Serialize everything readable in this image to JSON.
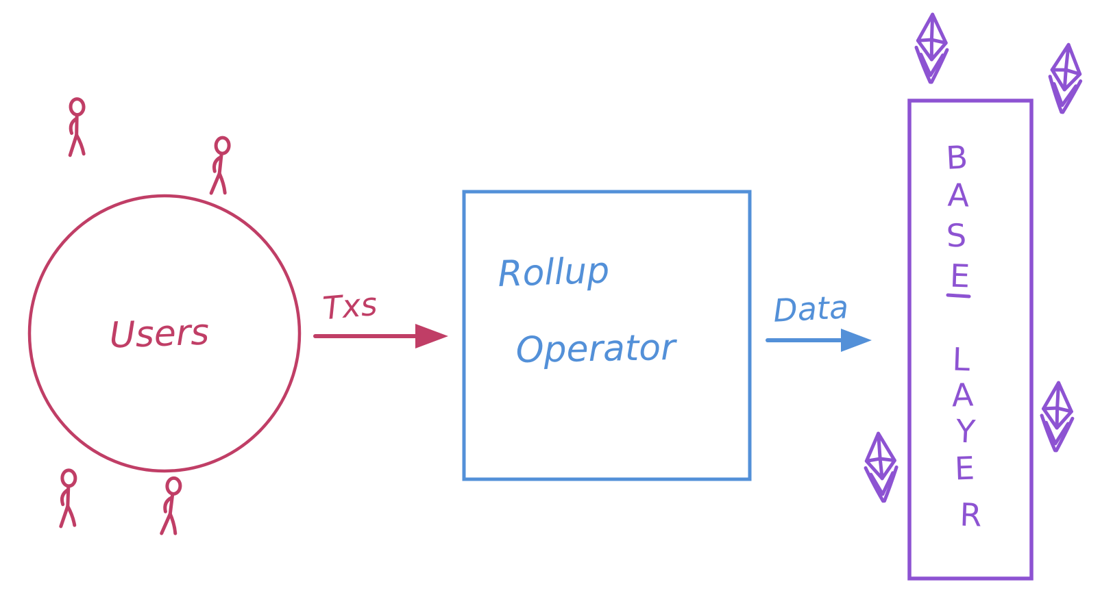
{
  "canvas": {
    "background": "#ffffff"
  },
  "users_section": {
    "label": "Users",
    "arrow_label": "Txs",
    "color": "#c03e66",
    "person_icon": "stick-figure",
    "person_icon_count": 4
  },
  "rollup_section": {
    "label_line1": "Rollup",
    "label_line2": "Operator",
    "arrow_label": "Data",
    "color": "#5390d8"
  },
  "base_layer_section": {
    "label": "BASE LAYER",
    "chars": [
      "B",
      "A",
      "S",
      "E",
      "L",
      "A",
      "Y",
      "E",
      "R"
    ],
    "color": "#8d53d2",
    "eth_icon": "ethereum-diamond",
    "eth_icon_count": 4
  }
}
